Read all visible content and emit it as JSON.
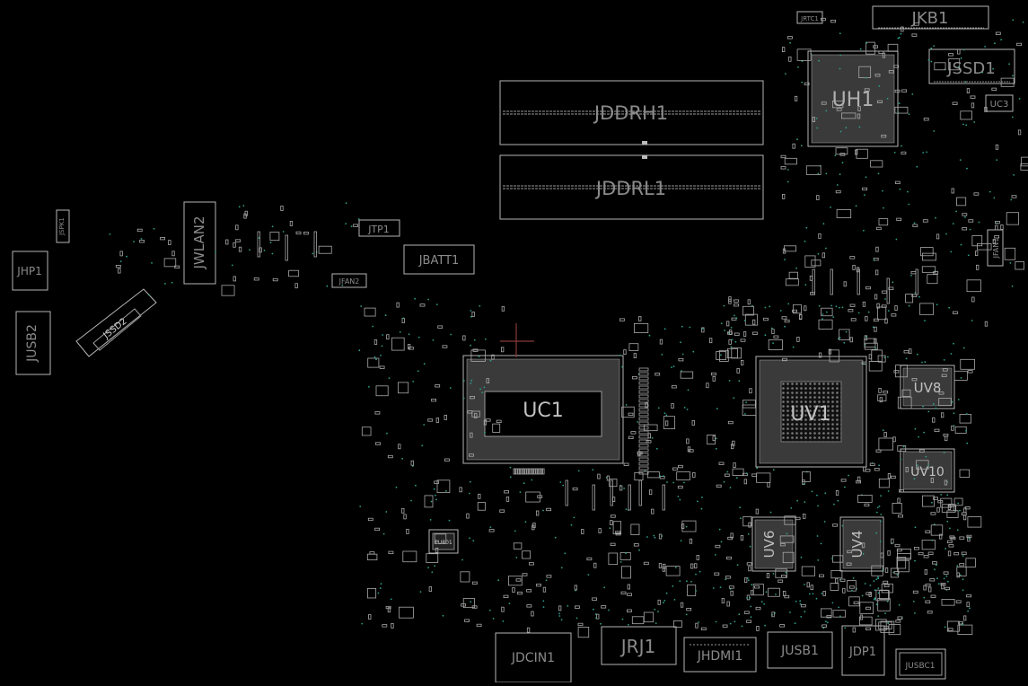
{
  "board": {
    "colors": {
      "background": "#000000",
      "outline": "#b5b5b5",
      "via": "#2f9e8c",
      "label": "#8a8a8a",
      "marker": "#8a3a3a"
    },
    "components": {
      "jkb1": "JKB1",
      "jrtc1": "JRTC1",
      "jssd1": "JSSD1",
      "uh1": "UH1",
      "uc3": "UC3",
      "jddrh1": "JDDRH1",
      "jddrl1": "JDDRL1",
      "jspk1": "JSPK1",
      "jhp1": "JHP1",
      "jusb2": "JUSB2",
      "jwlan2": "JWLAN2",
      "jtp1": "JTP1",
      "jbatt1": "JBATT1",
      "jfan2": "JFAN2",
      "jfan1": "JFAN1",
      "jssd2": "JSSD2",
      "uc1": "UC1",
      "uv1": "UV1",
      "uv8": "UV8",
      "uv10": "UV10",
      "uv6": "UV6",
      "uv4": "UV4",
      "pu801": "PU801",
      "jdcin1": "JDCIN1",
      "jrj1": "JRJ1",
      "jhdmi1": "JHDMI1",
      "jusb1": "JUSB1",
      "jdp1": "JDP1",
      "jusbc1": "JUSBC1"
    }
  }
}
